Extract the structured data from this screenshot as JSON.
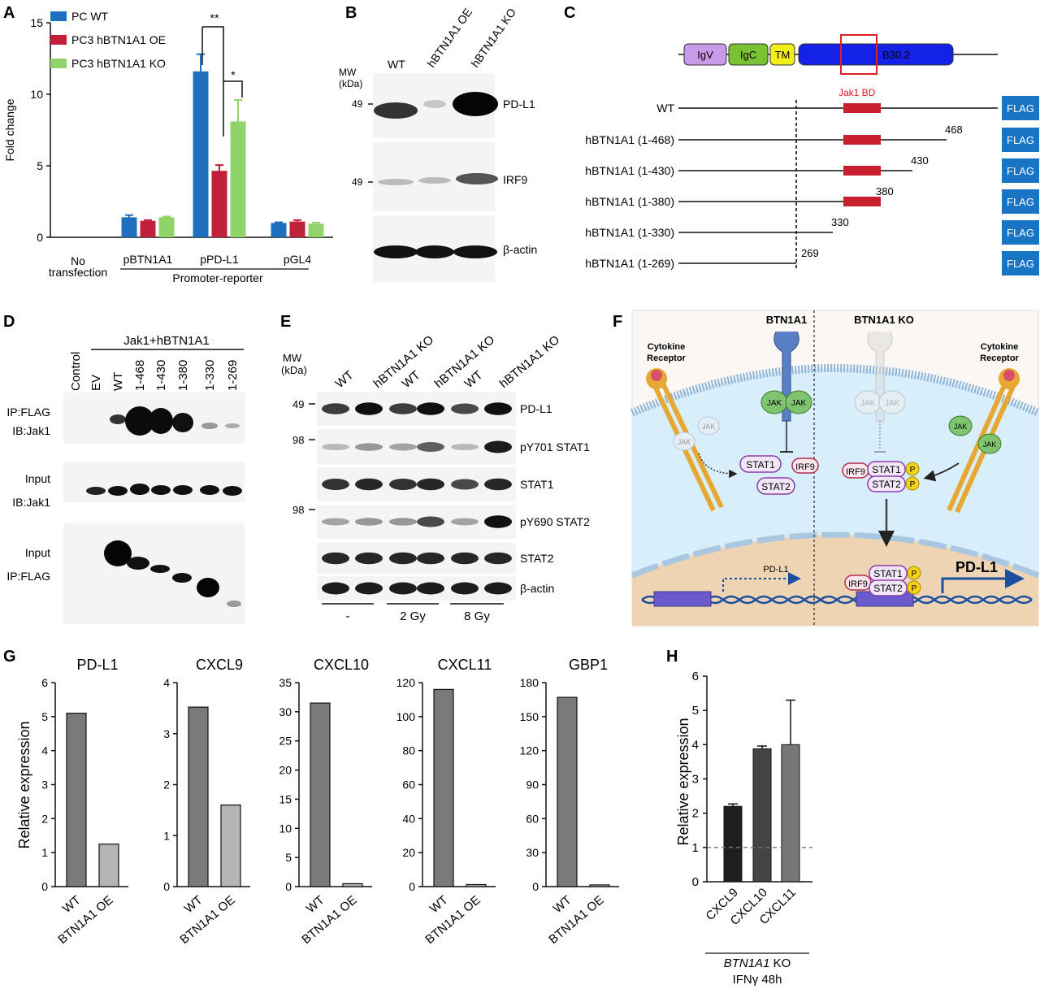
{
  "panel_letters": {
    "A": "A",
    "B": "B",
    "C": "C",
    "D": "D",
    "E": "E",
    "F": "F",
    "G": "G",
    "H": "H"
  },
  "panelA": {
    "ylabel": "Fold change",
    "yticks": [
      "0",
      "5",
      "10",
      "15"
    ],
    "legend": [
      "PC WT",
      "PC3 hBTN1A1 OE",
      "PC3 hBTN1A1 KO"
    ],
    "group_labels": [
      "No\ntransfection",
      "pBTN1A1",
      "pPD-L1",
      "pGL4"
    ],
    "group_label_no1": "No",
    "group_label_no2": "transfection",
    "bracket_label": "Promoter-reporter",
    "sig1": "**",
    "sig2": "*"
  },
  "panelB": {
    "lanes": [
      "WT",
      "hBTN1A1 OE",
      "hBTN1A1 KO"
    ],
    "mw1": "MW",
    "mw2": "(kDa)",
    "mw_marks": [
      "49",
      "49"
    ],
    "bands": [
      "PD-L1",
      "IRF9",
      "β-actin"
    ]
  },
  "panelC": {
    "domains": [
      "IgV",
      "IgC",
      "TM",
      "B30.2"
    ],
    "jak_label": "Jak1 BD",
    "constructs": [
      "WT",
      "hBTN1A1 (1-468)",
      "hBTN1A1 (1-430)",
      "hBTN1A1 (1-380)",
      "hBTN1A1 (1-330)",
      "hBTN1A1 (1-269)"
    ],
    "ends": [
      "",
      "468",
      "430",
      "380",
      "330",
      "269"
    ],
    "flag": "FLAG"
  },
  "panelD": {
    "header": "Jak1+hBTN1A1",
    "lanes": [
      "Control",
      "EV",
      "WT",
      "1-468",
      "1-430",
      "1-380",
      "1-330",
      "1-269"
    ],
    "blot_labels": [
      [
        "IP:FLAG",
        "IB:Jak1"
      ],
      [
        "Input",
        "IB:Jak1"
      ],
      [
        "Input",
        "IP:FLAG"
      ]
    ]
  },
  "panelE": {
    "lanes": [
      "WT",
      "hBTN1A1 KO",
      "WT",
      "hBTN1A1 KO",
      "WT",
      "hBTN1A1 KO"
    ],
    "mw1": "MW",
    "mw2": "(kDa)",
    "mw_marks": [
      "49",
      "98",
      "98"
    ],
    "bands": [
      "PD-L1",
      "pY701 STAT1",
      "STAT1",
      "pY690 STAT2",
      "STAT2",
      "β-actin"
    ],
    "doses": [
      "-",
      "2 Gy",
      "8 Gy"
    ]
  },
  "panelF": {
    "btn_label": "BTN1A1",
    "ko_label": "BTN1A1 KO",
    "cytokine": "Cytokine\nReceptor",
    "cyto1": "Cytokine",
    "cyto2": "Receptor",
    "jak": "JAK",
    "stat1": "STAT1",
    "stat2": "STAT2",
    "irf9": "IRF9",
    "p": "P",
    "pdl1_small": "PD-L1",
    "pdl1_big": "PD-L1"
  },
  "panelG": {
    "ylabel": "Relative expression",
    "xlabels": [
      "WT",
      "BTN1A1 OE"
    ]
  },
  "panelH": {
    "ylabel": "Relative expression",
    "yticks": [
      "0",
      "1",
      "2",
      "3",
      "4",
      "5",
      "6"
    ],
    "categories": [
      "CXCL9",
      "CXCL10",
      "CXCL11"
    ],
    "footer1": "BTN1A1",
    "footer1b": " KO",
    "footer2": "IFNγ 48h"
  },
  "chart_data": [
    {
      "type": "bar",
      "panel": "A",
      "categories": [
        "No transfection",
        "pBTN1A1",
        "pPD-L1",
        "pGL4"
      ],
      "series": [
        {
          "name": "PC WT",
          "values": [
            0,
            1.4,
            11.6,
            1.0
          ],
          "errors": [
            0,
            0.15,
            1.2,
            0.05
          ]
        },
        {
          "name": "PC3 hBTN1A1 OE",
          "values": [
            0,
            1.15,
            4.65,
            1.1
          ],
          "errors": [
            0,
            0.05,
            0.4,
            0.1
          ]
        },
        {
          "name": "PC3 hBTN1A1 KO",
          "values": [
            0,
            1.4,
            8.1,
            0.95
          ],
          "errors": [
            0,
            0.05,
            1.5,
            0.08
          ]
        }
      ],
      "ylabel": "Fold change",
      "ylim": [
        0,
        15
      ],
      "colors": [
        "#1f6fbf",
        "#c0203a",
        "#8fd36a"
      ]
    },
    {
      "type": "bar",
      "panel": "G",
      "title": "PD-L1",
      "categories": [
        "WT",
        "BTN1A1 OE"
      ],
      "values": [
        5.1,
        1.25
      ],
      "ylim": [
        0,
        6
      ],
      "yticks": [
        0,
        1,
        2,
        3,
        4,
        5,
        6
      ],
      "ylabel": "Relative expression"
    },
    {
      "type": "bar",
      "panel": "G",
      "title": "CXCL9",
      "categories": [
        "WT",
        "BTN1A1 OE"
      ],
      "values": [
        3.52,
        1.6
      ],
      "ylim": [
        0,
        4
      ],
      "yticks": [
        0,
        1,
        2,
        3,
        4
      ]
    },
    {
      "type": "bar",
      "panel": "G",
      "title": "CXCL10",
      "categories": [
        "WT",
        "BTN1A1 OE"
      ],
      "values": [
        31.5,
        0.5
      ],
      "ylim": [
        0,
        35
      ],
      "yticks": [
        0,
        5,
        10,
        15,
        20,
        25,
        30,
        35
      ]
    },
    {
      "type": "bar",
      "panel": "G",
      "title": "CXCL11",
      "categories": [
        "WT",
        "BTN1A1 OE"
      ],
      "values": [
        116,
        1.2
      ],
      "ylim": [
        0,
        120
      ],
      "yticks": [
        0,
        20,
        40,
        60,
        80,
        100,
        120
      ]
    },
    {
      "type": "bar",
      "panel": "G",
      "title": "GBP1",
      "categories": [
        "WT",
        "BTN1A1 OE"
      ],
      "values": [
        167,
        1.5
      ],
      "ylim": [
        0,
        180
      ],
      "yticks": [
        0,
        30,
        60,
        90,
        120,
        150,
        180
      ]
    },
    {
      "type": "bar",
      "panel": "H",
      "categories": [
        "CXCL9",
        "CXCL10",
        "CXCL11"
      ],
      "values": [
        2.2,
        3.88,
        4.0
      ],
      "errors": [
        0.07,
        0.08,
        1.3
      ],
      "ylim": [
        0,
        6
      ],
      "ylabel": "Relative expression",
      "reference_line": 1,
      "colors": [
        "#1e1e1e",
        "#444444",
        "#777777"
      ]
    }
  ]
}
